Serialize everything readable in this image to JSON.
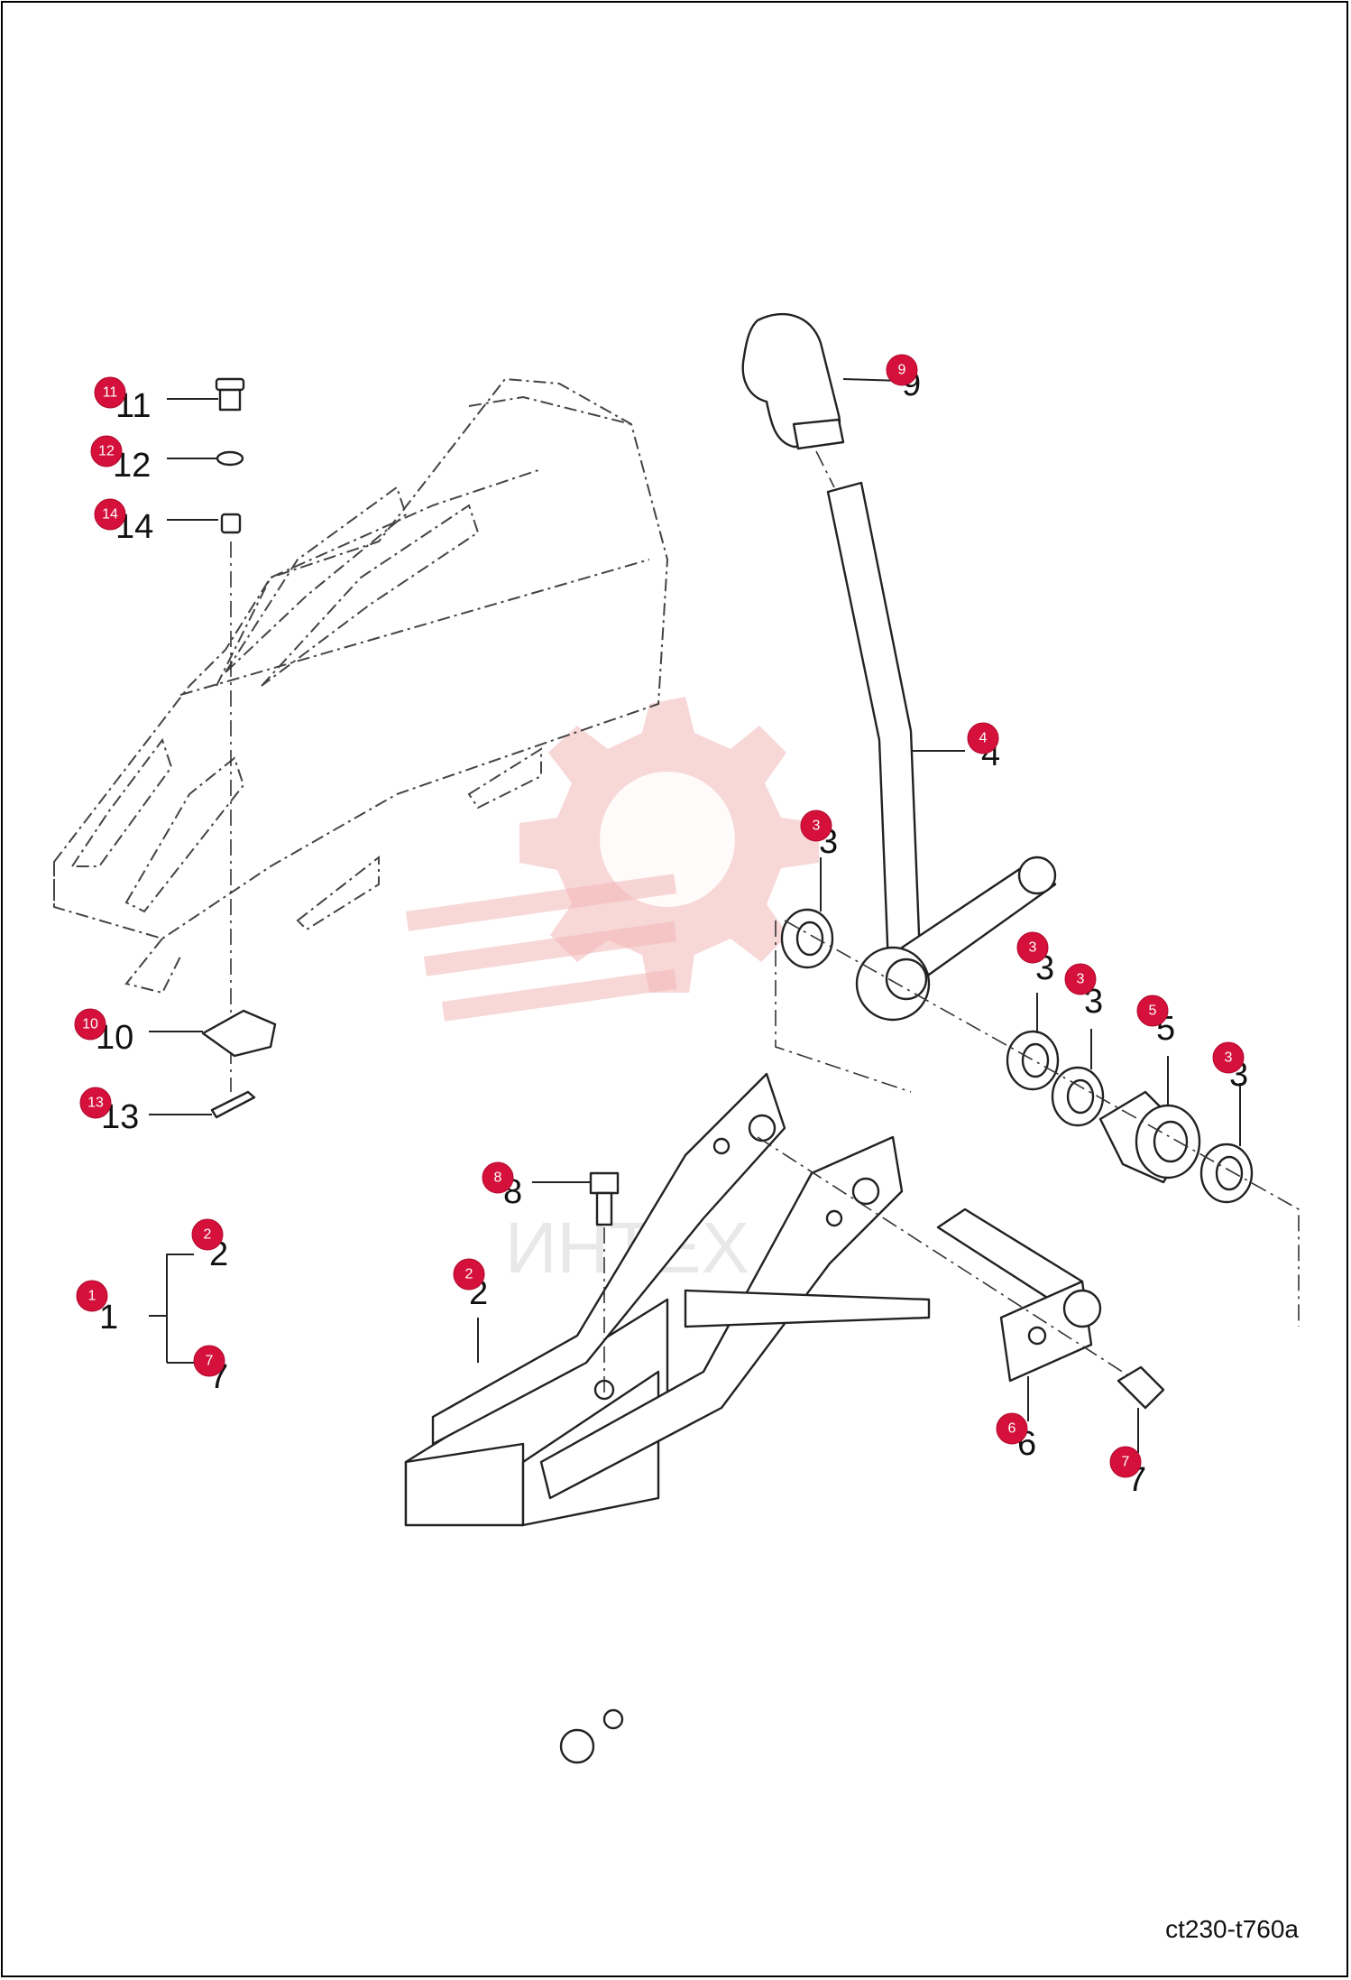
{
  "drawing_id": "ct230-t760a",
  "watermark_text": "ИНТЕХ",
  "colors": {
    "badge": "#d4103b",
    "watermark": "#f3b6b6"
  },
  "callouts": [
    {
      "number": "11",
      "label": "11"
    },
    {
      "number": "12",
      "label": "12"
    },
    {
      "number": "14",
      "label": "14"
    },
    {
      "number": "10",
      "label": "10"
    },
    {
      "number": "13",
      "label": "13"
    },
    {
      "number": "9",
      "label": "9"
    },
    {
      "number": "4",
      "label": "4"
    },
    {
      "number": "3",
      "label": "3"
    },
    {
      "number": "3",
      "label": "3"
    },
    {
      "number": "3",
      "label": "3"
    },
    {
      "number": "5",
      "label": "5"
    },
    {
      "number": "3",
      "label": "3"
    },
    {
      "number": "8",
      "label": "8"
    },
    {
      "number": "2",
      "label": "2"
    },
    {
      "number": "2",
      "label": "2"
    },
    {
      "number": "1",
      "label": "1"
    },
    {
      "number": "7",
      "label": "7"
    },
    {
      "number": "6",
      "label": "6"
    },
    {
      "number": "7",
      "label": "7"
    }
  ]
}
